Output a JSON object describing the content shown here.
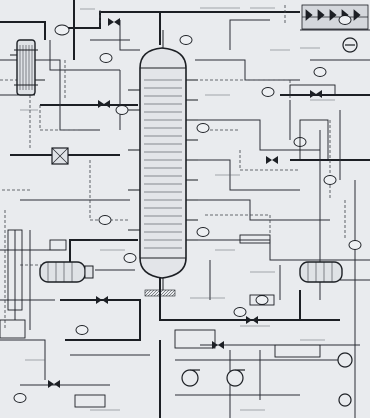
{
  "diagram": {
    "type": "process-and-instrumentation",
    "colors": {
      "paper": "#e9ebee",
      "line": "#1c1f24",
      "light_line": "#4a4f57",
      "dashed": "#3a3e45"
    },
    "equipment": [
      {
        "id": "distillation-column",
        "label": "",
        "kind": "column"
      },
      {
        "id": "overhead-condenser",
        "label": "",
        "kind": "shell-and-tube"
      },
      {
        "id": "reboiler-left",
        "label": "",
        "kind": "heat-exchanger"
      },
      {
        "id": "reboiler-right",
        "label": "",
        "kind": "heat-exchanger"
      },
      {
        "id": "bottoms-pump-1",
        "label": "",
        "kind": "pump"
      },
      {
        "id": "bottoms-pump-2",
        "label": "",
        "kind": "pump"
      },
      {
        "id": "reflux-pump",
        "label": "",
        "kind": "pump"
      },
      {
        "id": "control-panel",
        "label": "",
        "kind": "valve-bank"
      }
    ],
    "instrument_tags": [
      "",
      "",
      "",
      "",
      "",
      "",
      "",
      "",
      "",
      "",
      "",
      "",
      "",
      "",
      "",
      "",
      "",
      ""
    ]
  }
}
